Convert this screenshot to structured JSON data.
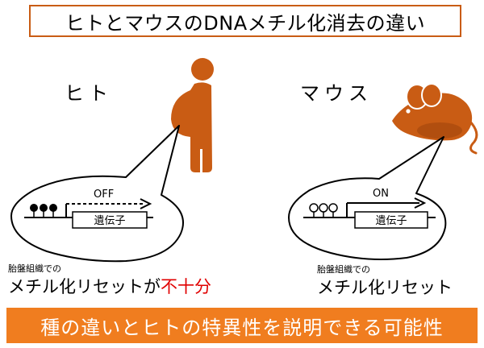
{
  "title": "ヒトとマウスのDNAメチル化消去の違い",
  "human": {
    "label": "ヒト",
    "arrow_label": "OFF",
    "gene_label": "遺伝子",
    "caption_small": "胎盤組織での",
    "caption_main": "メチル化リセットが",
    "caption_highlight": "不十分"
  },
  "mouse": {
    "label": "マウス",
    "arrow_label": "ON",
    "gene_label": "遺伝子",
    "caption_small": "胎盤組織での",
    "caption_main": "メチル化リセット"
  },
  "conclusion": "種の違いとヒトの特異性を説明できる可能性",
  "colors": {
    "accent": "#c95c14",
    "bar": "#f07d1f",
    "highlight": "#e00000",
    "figure": "#c95c14",
    "dark_figure": "#b14e0f"
  },
  "icons": [
    "pregnant-woman-icon",
    "mouse-icon",
    "methylated-cpg-icon",
    "unmethylated-cpg-icon"
  ]
}
